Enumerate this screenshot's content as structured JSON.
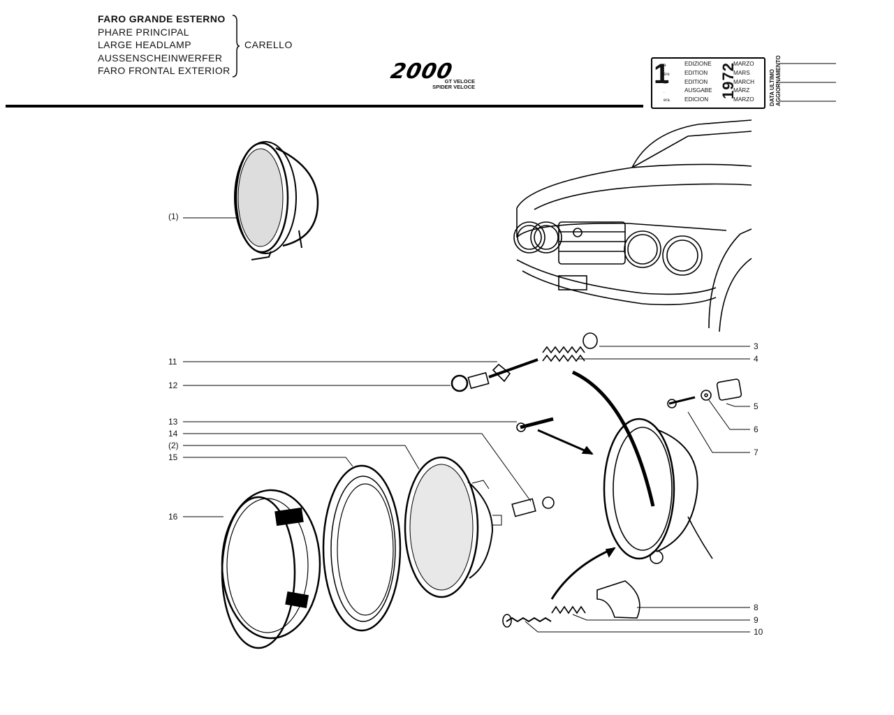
{
  "header": {
    "titles": [
      "FARO GRANDE ESTERNO",
      "PHARE PRINCIPAL",
      "LARGE HEADLAMP",
      "AUSSENSCHEINWERFER",
      "FARO FRONTAL EXTERIOR"
    ],
    "manufacturer": "CARELLO",
    "logo": "2000",
    "models": [
      "GT VELOCE",
      "SPIDER VELOCE"
    ]
  },
  "edition": {
    "number": "1",
    "ordinals": [
      "a",
      "ère",
      "st",
      ".",
      "era"
    ],
    "labels": [
      "EDIZIONE",
      "EDITION",
      "EDITION",
      "AUSGABE",
      "EDICION"
    ],
    "year": "1972",
    "months": [
      "MARZO",
      "MARS",
      "MARCH",
      "MÄRZ",
      "MARZO"
    ],
    "update_label": [
      "DATA ULTIMO",
      "AGGIORNAMENTO"
    ]
  },
  "callouts": {
    "left": [
      "(1)",
      "11",
      "12",
      "13",
      "14",
      "(2)",
      "15",
      "16"
    ],
    "right": [
      "3",
      "4",
      "5",
      "6",
      "7",
      "8",
      "9",
      "10"
    ]
  }
}
